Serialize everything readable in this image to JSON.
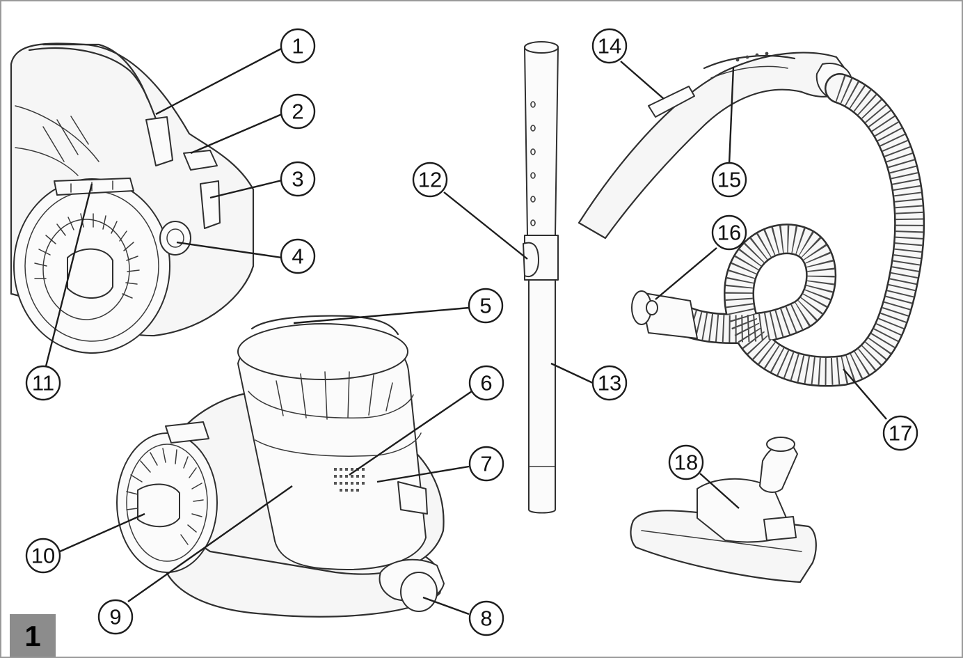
{
  "figure": {
    "number": "1",
    "callouts": [
      {
        "label": "1"
      },
      {
        "label": "2"
      },
      {
        "label": "3"
      },
      {
        "label": "4"
      },
      {
        "label": "5"
      },
      {
        "label": "6"
      },
      {
        "label": "7"
      },
      {
        "label": "8"
      },
      {
        "label": "9"
      },
      {
        "label": "10"
      },
      {
        "label": "11"
      },
      {
        "label": "12"
      },
      {
        "label": "13"
      },
      {
        "label": "14"
      },
      {
        "label": "15"
      },
      {
        "label": "16"
      },
      {
        "label": "17"
      },
      {
        "label": "18"
      }
    ]
  },
  "colors": {
    "frame": "#9a9a9a",
    "ink": "#2f2f2f",
    "figure_tab": "#8c8c8c"
  }
}
